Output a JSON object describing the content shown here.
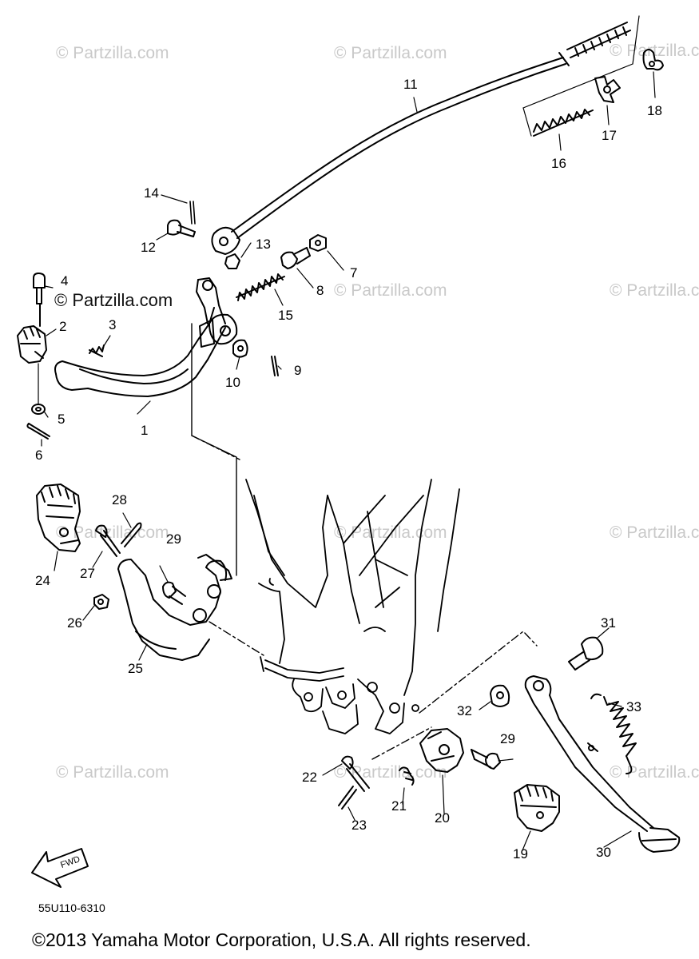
{
  "watermark": "© Partzilla.com",
  "watermark_overlay": "© Partzilla.com",
  "part_code": "55U110-6310",
  "copyright": "©2013 Yamaha Motor Corporation, U.S.A. All rights reserved.",
  "fwd_label": "FWD",
  "callouts": [
    {
      "id": "1",
      "label": "1"
    },
    {
      "id": "2",
      "label": "2"
    },
    {
      "id": "3",
      "label": "3"
    },
    {
      "id": "4",
      "label": "4"
    },
    {
      "id": "5",
      "label": "5"
    },
    {
      "id": "6",
      "label": "6"
    },
    {
      "id": "7",
      "label": "7"
    },
    {
      "id": "8",
      "label": "8"
    },
    {
      "id": "9",
      "label": "9"
    },
    {
      "id": "10",
      "label": "10"
    },
    {
      "id": "11",
      "label": "11"
    },
    {
      "id": "12",
      "label": "12"
    },
    {
      "id": "13",
      "label": "13"
    },
    {
      "id": "14",
      "label": "14"
    },
    {
      "id": "15",
      "label": "15"
    },
    {
      "id": "16",
      "label": "16"
    },
    {
      "id": "17",
      "label": "17"
    },
    {
      "id": "18",
      "label": "18"
    },
    {
      "id": "19",
      "label": "19"
    },
    {
      "id": "20",
      "label": "20"
    },
    {
      "id": "21",
      "label": "21"
    },
    {
      "id": "22",
      "label": "22"
    },
    {
      "id": "23",
      "label": "23"
    },
    {
      "id": "24",
      "label": "24"
    },
    {
      "id": "25",
      "label": "25"
    },
    {
      "id": "26",
      "label": "26"
    },
    {
      "id": "27",
      "label": "27"
    },
    {
      "id": "28",
      "label": "28"
    },
    {
      "id": "29a",
      "label": "29"
    },
    {
      "id": "29b",
      "label": "29"
    },
    {
      "id": "30",
      "label": "30"
    },
    {
      "id": "31",
      "label": "31"
    },
    {
      "id": "32",
      "label": "32"
    },
    {
      "id": "33",
      "label": "33"
    }
  ]
}
